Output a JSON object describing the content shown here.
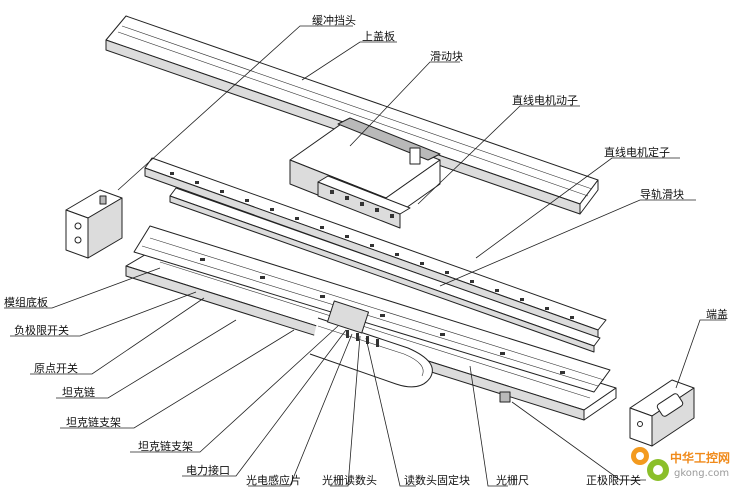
{
  "labels": {
    "buffer_stop": "缓冲挡头",
    "top_cover": "上盖板",
    "slider_block": "滑动块",
    "motor_mover": "直线电机动子",
    "motor_stator": "直线电机定子",
    "rail_slider": "导轨滑块",
    "module_base": "模组底板",
    "neg_limit": "负极限开关",
    "origin_switch": "原点开关",
    "drag_chain": "坦克链",
    "chain_bracket_1": "坦克链支架",
    "chain_bracket_2": "坦克链支架",
    "power_port": "电力接口",
    "photo_sensor": "光电感应片",
    "grating_head": "光栅读数头",
    "head_mount": "读数头固定块",
    "grating_scale": "光栅尺",
    "pos_limit": "正极限开关",
    "end_cap": "端盖"
  },
  "watermark": {
    "text": "中华工控网",
    "site": "gkong.com",
    "colors": {
      "gear_orange": "#f39a1e",
      "gear_green": "#8bbf2a",
      "text_orange": "#f08a1a",
      "text_gray": "#9a9a9a"
    }
  }
}
